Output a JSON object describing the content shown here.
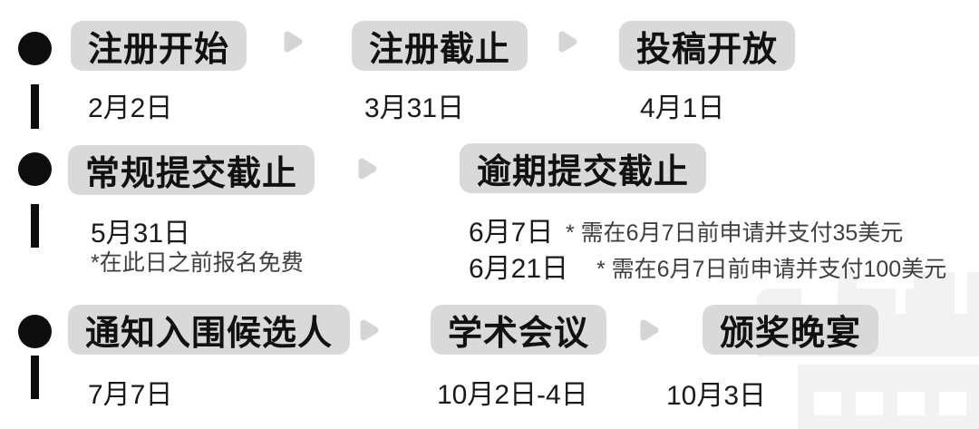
{
  "colors": {
    "badge_bg": "#d9d9d9",
    "text": "#1a1a1a",
    "note_text": "#3f3f3f",
    "marker": "#0d0d0d",
    "arrow": "#d5d5d5",
    "building": "#f2f2f2"
  },
  "timeline": {
    "rows": [
      {
        "steps": [
          {
            "label": "注册开始",
            "date": "2月2日"
          },
          {
            "label": "注册截止",
            "date": "3月31日"
          },
          {
            "label": "投稿开放",
            "date": "4月1日"
          }
        ]
      },
      {
        "steps": [
          {
            "label": "常规提交截止",
            "date": "5月31日",
            "note": "*在此日之前报名免费"
          },
          {
            "label": "逾期提交截止",
            "dates": [
              {
                "date": "6月7日",
                "note": "* 需在6月7日前申请并支付35美元"
              },
              {
                "date": "6月21日",
                "note": "* 需在6月7日前申请并支付100美元"
              }
            ]
          }
        ]
      },
      {
        "steps": [
          {
            "label": "通知入围候选人",
            "date": "7月7日"
          },
          {
            "label": "学术会议",
            "date": "10月2日-4日"
          },
          {
            "label": "颁奖晚宴",
            "date": "10月3日"
          }
        ]
      }
    ]
  },
  "decoration": {
    "building": "building-silhouette"
  }
}
